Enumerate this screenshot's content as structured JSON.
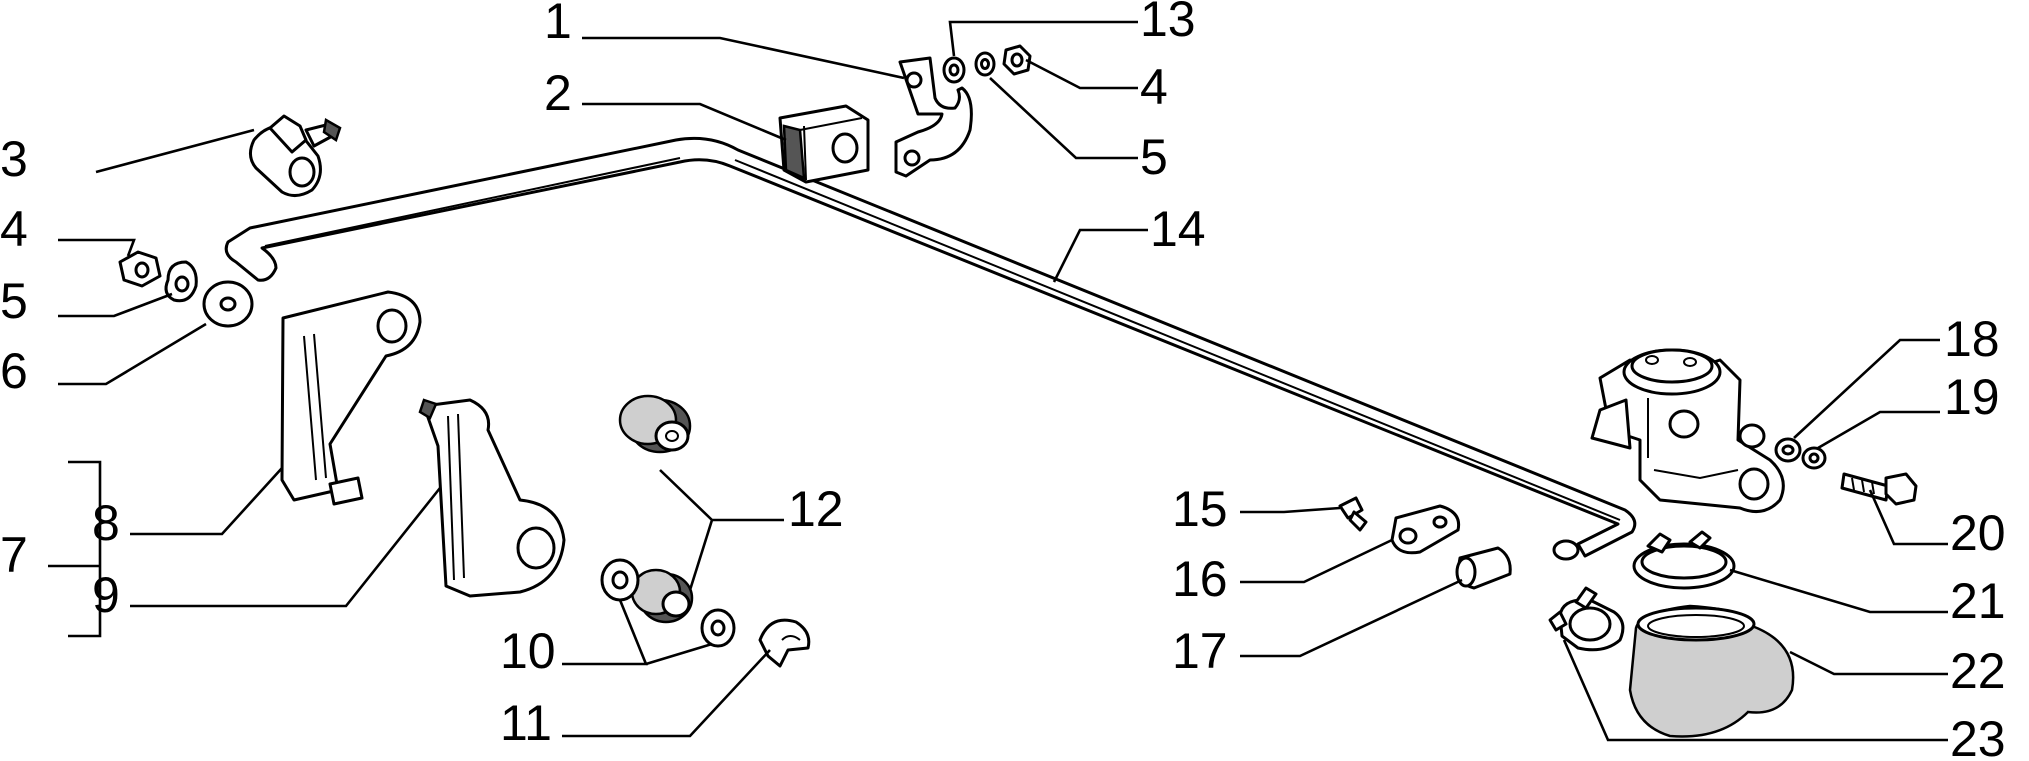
{
  "callouts": {
    "c1": "1",
    "c2": "2",
    "c3": "3",
    "c4a": "4",
    "c5a": "5",
    "c6": "6",
    "c7": "7",
    "c8": "8",
    "c9": "9",
    "c10": "10",
    "c11": "11",
    "c12": "12",
    "c13": "13",
    "c4b": "4",
    "c5b": "5",
    "c14": "14",
    "c15": "15",
    "c16": "16",
    "c17": "17",
    "c18": "18",
    "c19": "19",
    "c20": "20",
    "c21": "21",
    "c22": "22",
    "c23": "23"
  }
}
